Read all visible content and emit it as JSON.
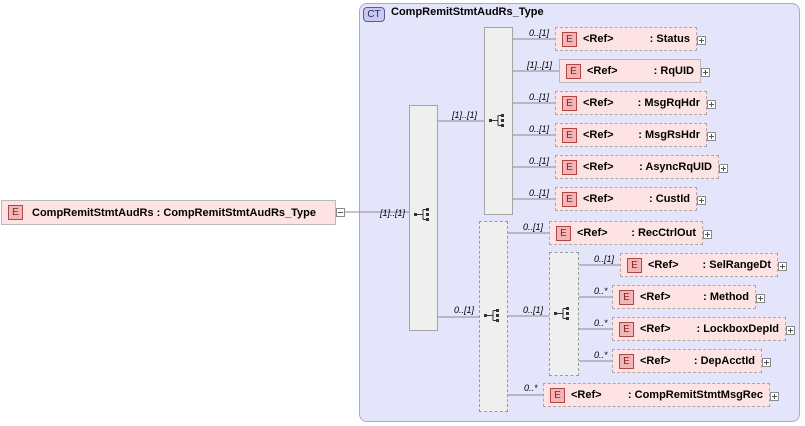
{
  "complex_type": {
    "badge": "CT",
    "name": "CompRemitStmtAudRs_Type"
  },
  "root": {
    "badge": "E",
    "label": "CompRemitStmtAudRs : CompRemitStmtAudRs_Type"
  },
  "ref_label": "<Ref>",
  "element_badge": "E",
  "sequence_main": {
    "multiplicity": "[1]..[1]"
  },
  "sequence_top": {
    "multiplicity": "[1]..[1]"
  },
  "sequence_bottom": {
    "multiplicity": "0..[1]"
  },
  "sequence_nested": {
    "multiplicity": "0..[1]"
  },
  "top_children": [
    {
      "name": ": Status",
      "multiplicity": "0..[1]",
      "optional": true
    },
    {
      "name": ": RqUID",
      "multiplicity": "[1]..[1]",
      "optional": false
    },
    {
      "name": ": MsgRqHdr",
      "multiplicity": "0..[1]",
      "optional": true
    },
    {
      "name": ": MsgRsHdr",
      "multiplicity": "0..[1]",
      "optional": true
    },
    {
      "name": ": AsyncRqUID",
      "multiplicity": "0..[1]",
      "optional": true
    },
    {
      "name": ": CustId",
      "multiplicity": "0..[1]",
      "optional": true
    }
  ],
  "rec_ctrl_out": {
    "name": ": RecCtrlOut",
    "multiplicity": "0..[1]",
    "optional": true
  },
  "nested_children": [
    {
      "name": ": SelRangeDt",
      "multiplicity": "0..[1]",
      "optional": true
    },
    {
      "name": ": Method",
      "multiplicity": "0..*",
      "optional": true
    },
    {
      "name": ": LockboxDepId",
      "multiplicity": "0..*",
      "optional": true
    },
    {
      "name": ": DepAcctId",
      "multiplicity": "0..*",
      "optional": true
    }
  ],
  "comp_remit_stmt_msg_rec": {
    "name": ": CompRemitStmtMsgRec",
    "multiplicity": "0..*",
    "optional": true
  }
}
